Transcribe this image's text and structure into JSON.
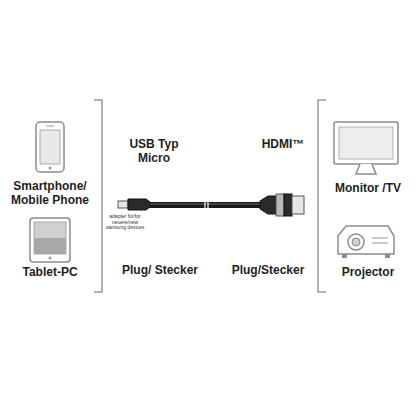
{
  "diagram": {
    "labels": [
      "Smartphone/ Mobile Phone",
      "Tablet-PC",
      "USB Typ Micro",
      "HDMI™",
      "adapter für/for neuere/new samsung devices",
      "Plug/ Stecker",
      "Plug/Stecker",
      "Monitor /TV",
      "Projector"
    ]
  }
}
